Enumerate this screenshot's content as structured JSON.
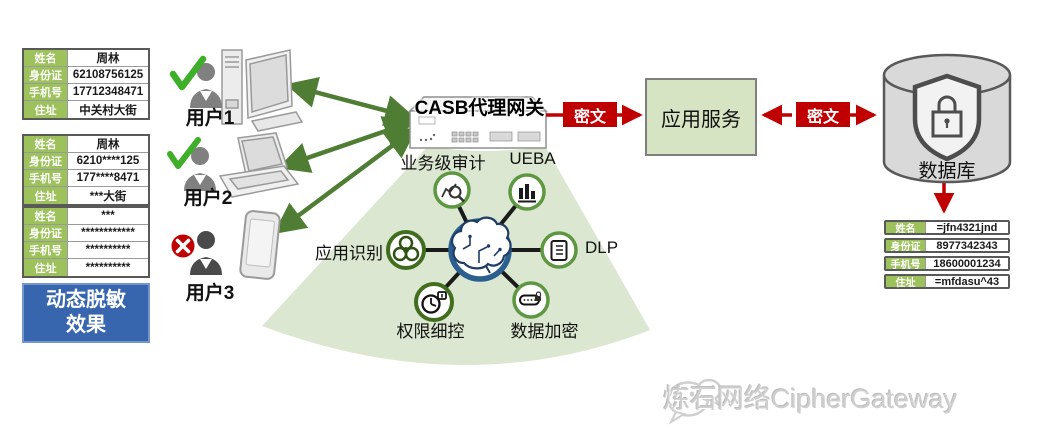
{
  "colors": {
    "accent_red": "#C00000",
    "table_header_green": "#9DC25C",
    "fan_green": "#DBE7D0",
    "arrow_green": "#4E7D33",
    "hub_blue_ring": "#2B5F8F",
    "circle_green_light": "#5E9741",
    "circle_green_dark": "#416E1E",
    "masking_box_blue": "#3766AE"
  },
  "gateway": {
    "title": "CASB代理网关",
    "icon": "server-appliance-icon"
  },
  "capabilities": {
    "audit": {
      "label": "业务级审计",
      "icon": "chart-magnifier-icon"
    },
    "ueba": {
      "label": "UEBA",
      "icon": "bar-chart-icon"
    },
    "app_recognition": {
      "label": "应用识别",
      "icon": "biohazard-icon"
    },
    "dlp": {
      "label": "DLP",
      "icon": "document-list-icon"
    },
    "permission": {
      "label": "权限细控",
      "icon": "clock-control-icon"
    },
    "encryption": {
      "label": "数据加密",
      "icon": "usb-lock-icon"
    }
  },
  "flow": {
    "ciphertext_left": "密文",
    "ciphertext_right": "密文",
    "app_service_label": "应用服务",
    "database_label": "数据库"
  },
  "users": [
    {
      "label": "用户1",
      "status": "allowed",
      "device": "desktop",
      "status_icon": "check-icon"
    },
    {
      "label": "用户2",
      "status": "allowed",
      "device": "laptop",
      "status_icon": "check-icon"
    },
    {
      "label": "用户3",
      "status": "denied",
      "device": "smartphone",
      "status_icon": "cross-icon"
    }
  ],
  "masking_box": {
    "line1": "动态脱敏",
    "line2": "效果"
  },
  "tables": {
    "field_labels": [
      "姓名",
      "身份证",
      "手机号",
      "住址"
    ],
    "original": [
      "周林",
      "62108756125",
      "17712348471",
      "中关村大街"
    ],
    "partial_masked": [
      "周林",
      "6210****125",
      "177****8471",
      "***大街"
    ],
    "full_masked": [
      "***",
      "************",
      "**********",
      "**********"
    ],
    "db_encrypted": [
      "=jfn4321jnd",
      "8977342343",
      "18600001234",
      "=mfdasu^43"
    ]
  },
  "watermark": {
    "brand": "炼石网络CipherGateway",
    "icon": "wechat-icon"
  }
}
